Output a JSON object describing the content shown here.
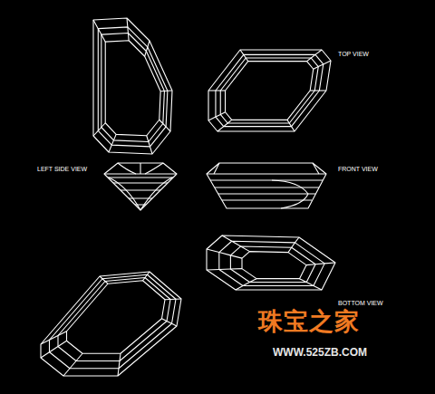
{
  "diagram": {
    "labels": [
      "TOP VIEW",
      "LEFT SIDE VIEW",
      "FRONT VIEW",
      "BOTTOM VIEW",
      "珠宝之家",
      "WWW.525ZB.COM"
    ]
  }
}
